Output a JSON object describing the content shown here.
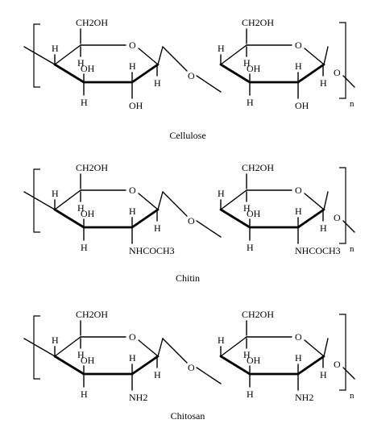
{
  "structures": [
    {
      "name": "Cellulose",
      "repeat_label": "n",
      "ring1": {
        "top": "CH2OH",
        "c4_h": "H",
        "c5_h": "H",
        "c3_oh": "OH",
        "c3_h": "H",
        "c2_h": "H",
        "c2_sub": "OH",
        "c1_h": "H",
        "ring_o": "O"
      },
      "ring2": {
        "top": "CH2OH",
        "c4_h": "H",
        "c5_h": "H",
        "c3_oh": "OH",
        "c3_h": "H",
        "c2_h": "H",
        "c2_sub": "OH",
        "c1_h": "H",
        "ring_o": "O"
      },
      "link_o": "O",
      "end_o": "O"
    },
    {
      "name": "Chitin",
      "repeat_label": "n",
      "ring1": {
        "top": "CH2OH",
        "c4_h": "H",
        "c5_h": "H",
        "c3_oh": "OH",
        "c3_h": "H",
        "c2_h": "H",
        "c2_sub": "NHCOCH3",
        "c1_h": "H",
        "ring_o": "O"
      },
      "ring2": {
        "top": "CH2OH",
        "c4_h": "H",
        "c5_h": "H",
        "c3_oh": "OH",
        "c3_h": "H",
        "c2_h": "H",
        "c2_sub": "NHCOCH3",
        "c1_h": "H",
        "ring_o": "O"
      },
      "link_o": "O",
      "end_o": "O"
    },
    {
      "name": "Chitosan",
      "repeat_label": "n",
      "ring1": {
        "top": "CH2OH",
        "c4_h": "H",
        "c5_h": "H",
        "c3_oh": "OH",
        "c3_h": "H",
        "c2_h": "H",
        "c2_sub": "NH2",
        "c1_h": "H",
        "ring_o": "O"
      },
      "ring2": {
        "top": "CH2OH",
        "c4_h": "H",
        "c5_h": "H",
        "c3_oh": "OH",
        "c3_h": "H",
        "c2_h": "H",
        "c2_sub": "NH2",
        "c1_h": "H",
        "ring_o": "O"
      },
      "link_o": "O",
      "end_o": "O"
    }
  ]
}
